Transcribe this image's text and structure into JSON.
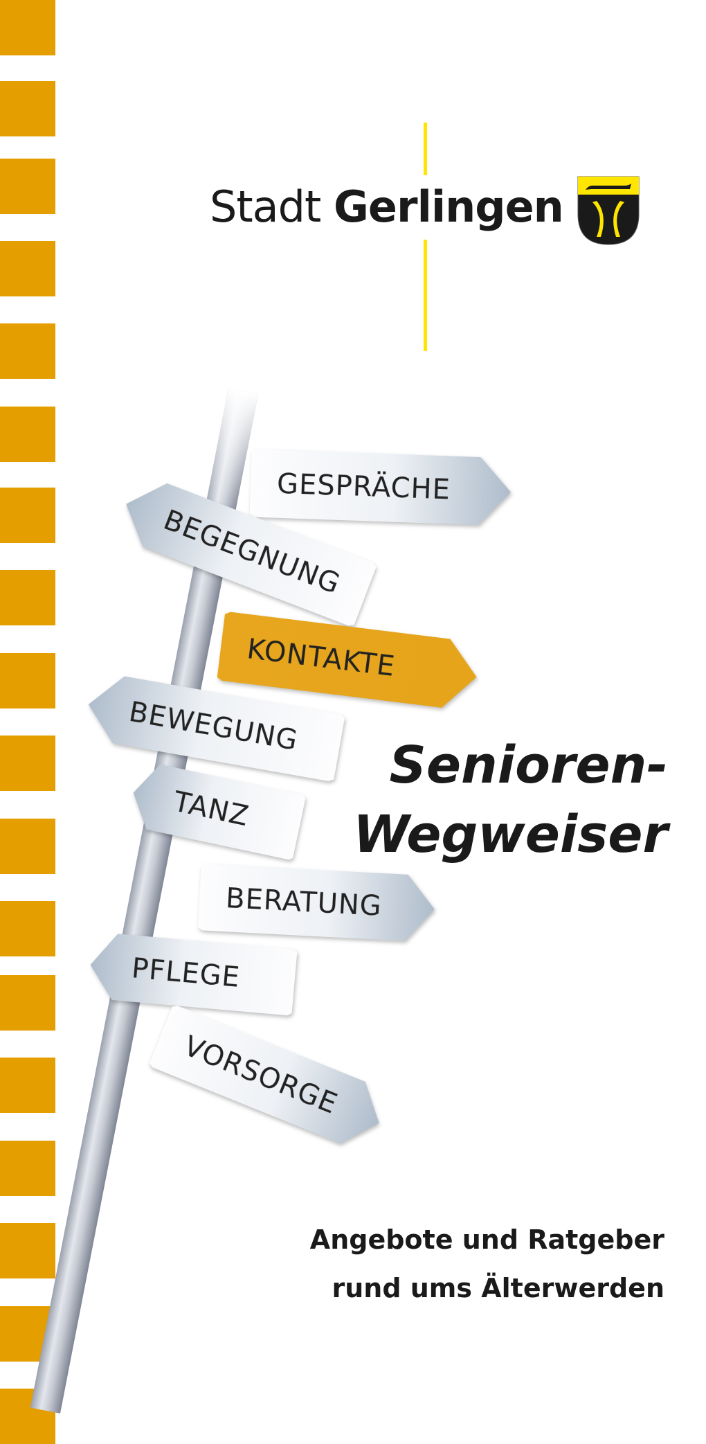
{
  "header": {
    "brand_light": "Stadt",
    "brand_bold": "Gerlingen",
    "crest_icon": "coat-of-arms-icon"
  },
  "signs": [
    {
      "label": "GESPRÄCHE",
      "direction": "right"
    },
    {
      "label": "BEGEGNUNG",
      "direction": "left"
    },
    {
      "label": "KONTAKTE",
      "direction": "right",
      "highlight": true
    },
    {
      "label": "BEWEGUNG",
      "direction": "left"
    },
    {
      "label": "TANZ",
      "direction": "left"
    },
    {
      "label": "BERATUNG",
      "direction": "right"
    },
    {
      "label": "PFLEGE",
      "direction": "left"
    },
    {
      "label": "VORSORGE",
      "direction": "right"
    }
  ],
  "title": {
    "line1": "Senioren-",
    "line2": "Wegweiser"
  },
  "subtitle": {
    "line1": "Angebote und Ratgeber",
    "line2": "rund ums Älterwerden"
  },
  "colors": {
    "accent": "#E59E00",
    "line": "#FFE600",
    "text": "#1a1a1a"
  }
}
